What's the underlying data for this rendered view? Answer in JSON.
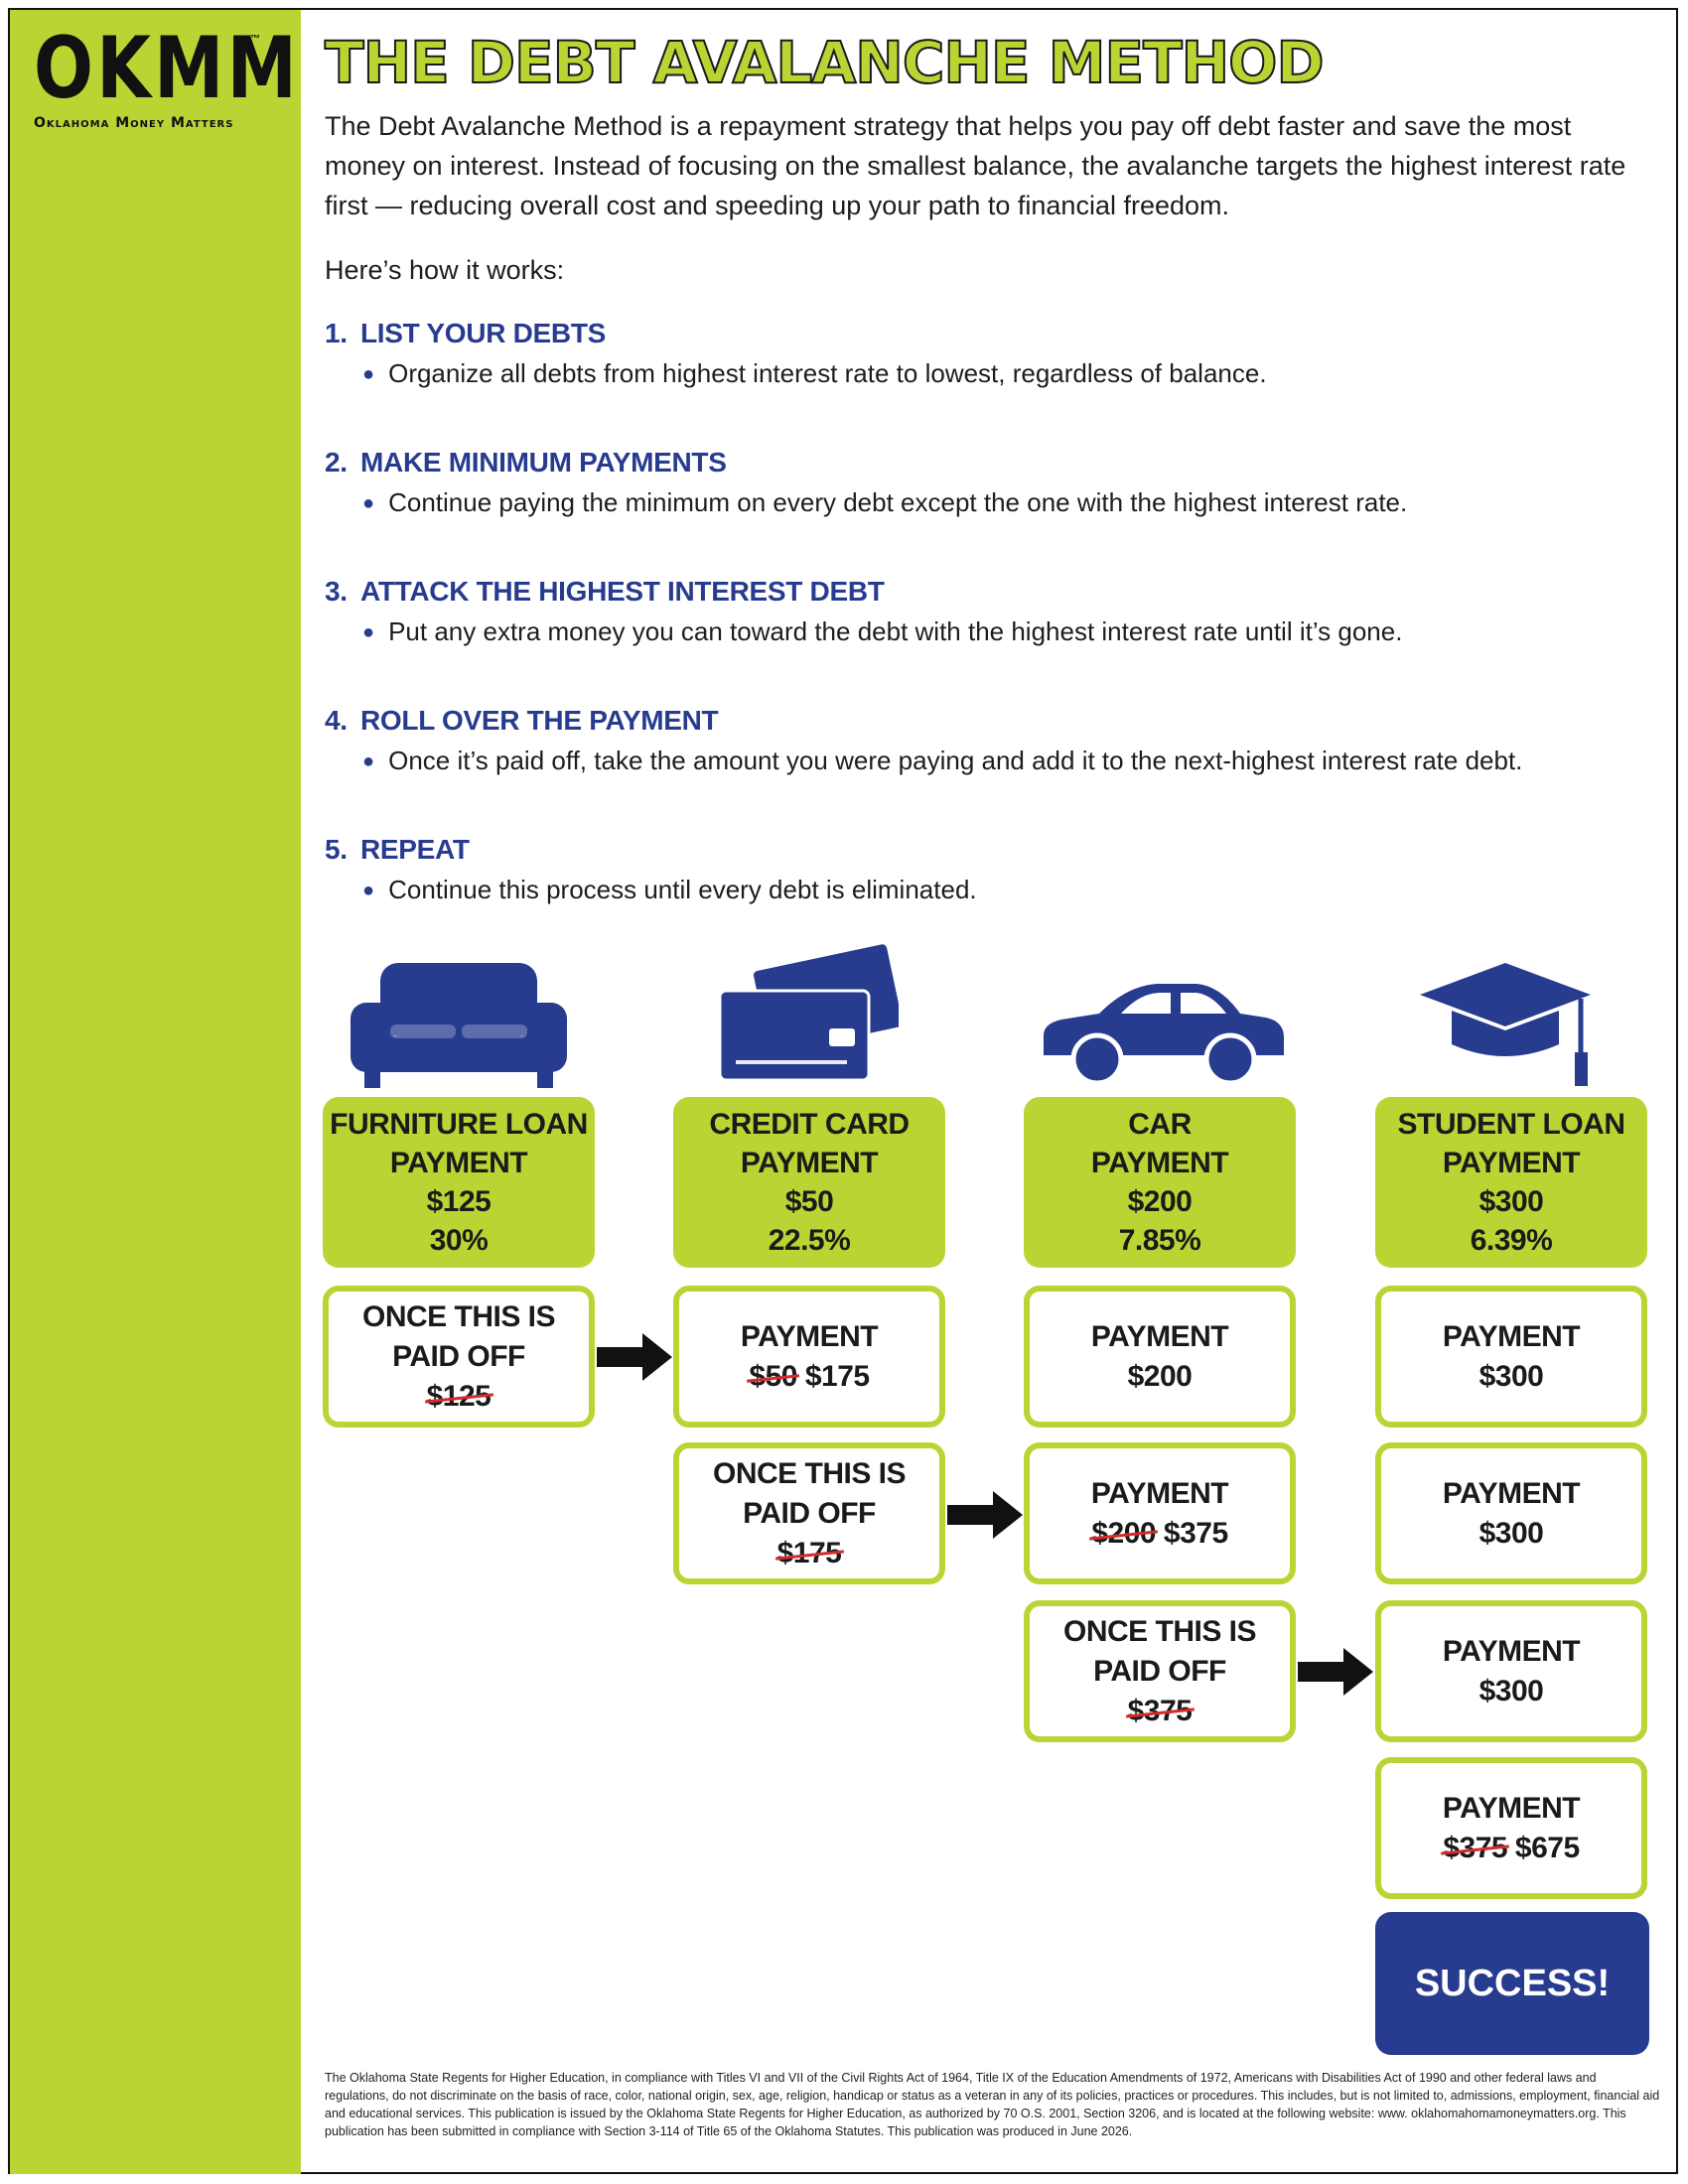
{
  "brand": {
    "mark": "OKMM",
    "tm": "™",
    "subtitle": "Oklahoma Money Matters"
  },
  "title": "THE DEBT AVALANCHE METHOD",
  "intro": "The Debt Avalanche Method is a repayment strategy that helps you pay off debt faster and save the most money on interest. Instead of focusing on the smallest balance, the avalanche targets the highest interest rate first — reducing overall cost and speeding up your path to financial freedom.",
  "how_it_works": "Here’s how it works:",
  "steps": [
    {
      "num": "1.",
      "heading": "LIST YOUR DEBTS",
      "body": "Organize all debts from highest interest rate to lowest, regardless of balance."
    },
    {
      "num": "2.",
      "heading": "MAKE MINIMUM PAYMENTS",
      "body": "Continue paying the minimum on every debt except the one with the highest interest rate."
    },
    {
      "num": "3.",
      "heading": "ATTACK THE HIGHEST INTEREST DEBT",
      "body": "Put any extra money you can toward the debt with the highest interest rate until it’s gone."
    },
    {
      "num": "4.",
      "heading": "ROLL OVER THE PAYMENT",
      "body": "Once it’s paid off, take the amount you were paying and add it to the next-highest interest rate debt."
    },
    {
      "num": "5.",
      "heading": "REPEAT",
      "body": "Continue this process until every debt is eliminated."
    }
  ],
  "bullet": "●",
  "columns": [
    {
      "icon": "sofa-icon",
      "line1": "FURNITURE LOAN",
      "line2": "PAYMENT",
      "amount": "$125",
      "rate": "30%"
    },
    {
      "icon": "credit-card-icon",
      "line1": "CREDIT CARD",
      "line2": "PAYMENT",
      "amount": "$50",
      "rate": "22.5%"
    },
    {
      "icon": "car-icon",
      "line1": "CAR",
      "line2": "PAYMENT",
      "amount": "$200",
      "rate": "7.85%"
    },
    {
      "icon": "graduation-cap-icon",
      "line1": "STUDENT LOAN",
      "line2": "PAYMENT",
      "amount": "$300",
      "rate": "6.39%"
    }
  ],
  "boxes": {
    "paid_l1": "ONCE THIS IS",
    "paid_l2": "PAID OFF",
    "payment": "PAYMENT",
    "c1r1_old": "$125",
    "c2r1_old": "$50",
    "c2r1_new": "$175",
    "c2r2_old": "$175",
    "c3r1_val": "$200",
    "c3r2_old": "$200",
    "c3r2_new": "$375",
    "c3r3_old": "$375",
    "c4r1_val": "$300",
    "c4r2_val": "$300",
    "c4r3_val": "$300",
    "c4r4_old": "$375",
    "c4r4_new": "$675"
  },
  "success": "SUCCESS!",
  "footer": "The Oklahoma State Regents for Higher Education, in compliance with Titles VI and VII of the Civil Rights Act of 1964, Title IX of the Education Amendments of 1972, Americans with Disabilities Act of 1990 and other federal laws and regulations, do not discriminate on the basis of race, color, national origin, sex, age, religion, handicap or status as a veteran in any of its policies, practices or procedures. This includes, but is not limited to, admissions, employment, financial aid and educational services. This publication is issued by the Oklahoma State Regents for Higher Education, as authorized by 70 O.S. 2001, Section 3206, and is located at the following website: www. oklahomahomamoneymatters.org. This publication has been submitted in compliance with Section 3-114 of Title 65 of the Oklahoma Statutes. This publication was produced in June 2026.",
  "colors": {
    "accent_green": "#b9d534",
    "navy": "#273b8f",
    "strike_red": "#d42a2a"
  }
}
